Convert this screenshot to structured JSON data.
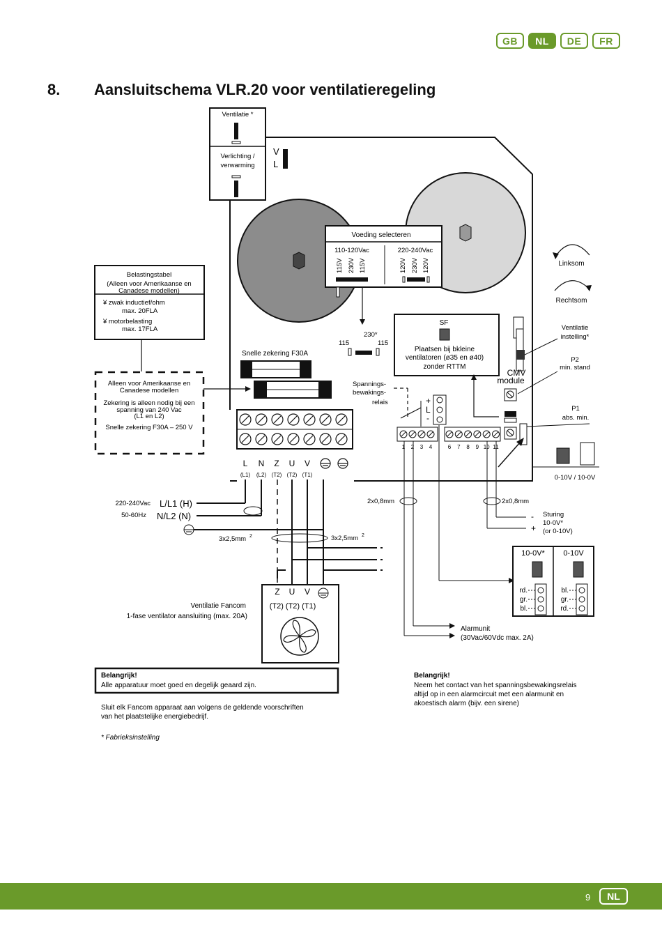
{
  "languages": [
    "GB",
    "NL",
    "DE",
    "FR"
  ],
  "active_language": "NL",
  "section": {
    "number": "8.",
    "title": "Aansluitschema VLR.20 voor ventilatieregeling"
  },
  "switch_box": {
    "top_label": "Ventilatie *",
    "bottom_label_1": "Verlichting /",
    "bottom_label_2": "verwarming",
    "v": "V",
    "l": "L"
  },
  "voltage_box": {
    "title": "Voeding selecteren",
    "left_head": "110-120Vac",
    "right_head": "220-240Vac",
    "left_cols": [
      "115V",
      "230V",
      "115V"
    ],
    "right_cols": [
      "120V",
      "230V",
      "120V"
    ]
  },
  "jumper": {
    "top": "230*",
    "left": "115",
    "right": "115"
  },
  "load_table": {
    "title_1": "Belastingstabel",
    "title_2": "(Alleen voor Amerikaanse en",
    "title_3": "Canadese modellen)",
    "row1_a": "¥ zwak inductief/ohm",
    "row1_b": "max. 20FLA",
    "row2_a": "¥ motorbelasting",
    "row2_b": "max. 17FLA"
  },
  "dashed_box": {
    "l1": "Alleen voor Amerikaanse en",
    "l2": "Canadese modellen",
    "l3": "Zekering is alleen nodig bij een",
    "l4": "spanning van 240 Vac",
    "l5": "(L1 en L2)",
    "l6": "Snelle zekering F30A – 250 V"
  },
  "fuse_label": "Snelle zekering F30A",
  "sf_box": {
    "title": "SF",
    "l1": "Plaatsen bij bkleine",
    "l2": "ventilatoren (ø35 en ø40)",
    "l3": "zonder RTTM"
  },
  "rotation": {
    "left": "Linksom",
    "right": "Rechtsom"
  },
  "labels": {
    "ventilatie_instelling_1": "Ventilatie",
    "ventilatie_instelling_2": "instelling*",
    "p2_1": "P2",
    "p2_2": "min. stand",
    "p1_1": "P1",
    "p1_2": "abs. min.",
    "cmv_1": "CMV",
    "cmv_2": "module",
    "voltage_out": "0-10V / 10-0V",
    "relay_1": "Spannings-",
    "relay_2": "bewakings-",
    "relay_3": "relais"
  },
  "terminals_main": {
    "letters": [
      "L",
      "N",
      "Z",
      "U",
      "V"
    ],
    "sub": [
      "(L1)",
      "(L2)",
      "(T2)",
      "(T2)",
      "(T1)"
    ]
  },
  "terminals_small": {
    "left": [
      "1",
      "2",
      "3",
      "4"
    ],
    "right": [
      "6",
      "7",
      "8",
      "9",
      "10",
      "11"
    ]
  },
  "supply": {
    "v1": "220-240Vac",
    "v2": "50-60Hz",
    "l": "L/L1 (H)",
    "n": "N/L2 (N)"
  },
  "cables": {
    "c1": "3x2,5mm",
    "c2": "3x2,5mm",
    "sup": "2",
    "c3": "2x0,8mm",
    "c4": "2x0,8mm"
  },
  "control": {
    "l1": "Sturing",
    "l2": "10-0V*",
    "l3": "(or 0-10V)",
    "minus": "-",
    "plus": "+"
  },
  "mode_box": {
    "left_head": "10-0V*",
    "right_head": "0-10V",
    "left_rows": [
      "rd.",
      "gr.",
      "bl."
    ],
    "right_rows": [
      "bl.",
      "gr.",
      "rd."
    ]
  },
  "fan": {
    "label_1": "Ventilatie Fancom",
    "label_2": "1-fase ventilator aansluiting (max. 20A)",
    "letters": [
      "Z",
      "U",
      "V"
    ],
    "sub": "(T2) (T2) (T1)"
  },
  "alarm": {
    "l1": "Alarmunit",
    "l2": "(30Vac/60Vdc max. 2A)"
  },
  "important_left": {
    "head": "Belangrijk!",
    "text": "Alle apparatuur moet goed en degelijk geaard zijn."
  },
  "note_left_1": "Sluit elk Fancom apparaat aan volgens de geldende voorschriften",
  "note_left_2": "van het plaatstelijke energiebedrijf.",
  "footnote": "* Fabrieksinstelling",
  "important_right": {
    "head": "Belangrijk!",
    "l1": "Neem het contact van het spanningsbewakingsrelais",
    "l2": "altijd op in een alarmcircuit met een alarmunit en",
    "l3": "akoestisch alarm (bijv. een sirene)"
  },
  "page_number": "9",
  "footer_language": "NL",
  "colors": {
    "brand_green": "#6a9a2a",
    "transformer_dark": "#8c8c8c",
    "transformer_light": "#d8d8d8"
  }
}
